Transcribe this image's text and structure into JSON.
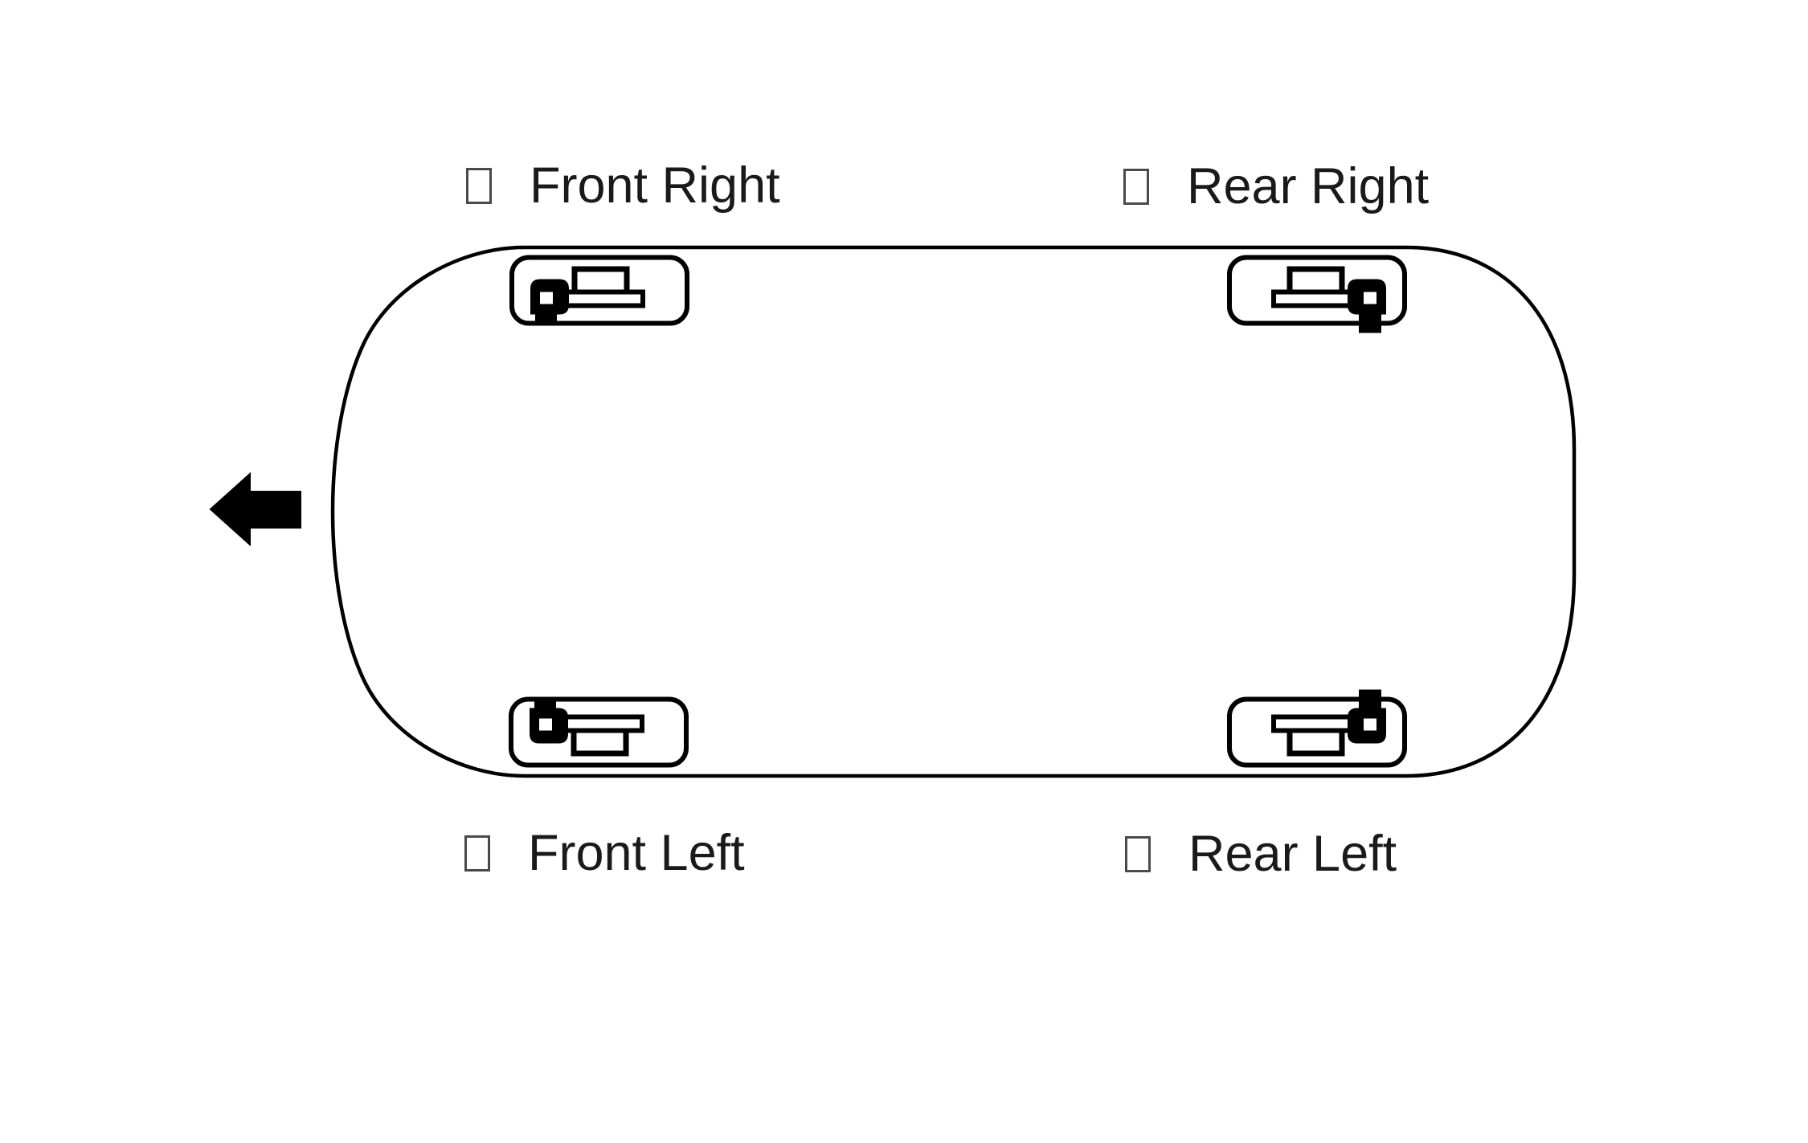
{
  "diagram": {
    "description": "Vehicle top-view outline with door handle mechanisms at four corners",
    "positions": [
      {
        "id": "front-right",
        "label": "Front Right"
      },
      {
        "id": "rear-right",
        "label": "Rear Right"
      },
      {
        "id": "front-left",
        "label": "Front Left"
      },
      {
        "id": "rear-left",
        "label": "Rear Left"
      }
    ],
    "arrow": {
      "direction": "left"
    },
    "icons": [
      "door-handle-icon",
      "left-arrow-icon",
      "checkbox-placeholder-icon",
      "car-body-outline"
    ],
    "colors": {
      "background": "#ffffff",
      "line": "#000000",
      "text": "#1a1a1a",
      "checkbox_border": "#4a4a4a"
    }
  }
}
